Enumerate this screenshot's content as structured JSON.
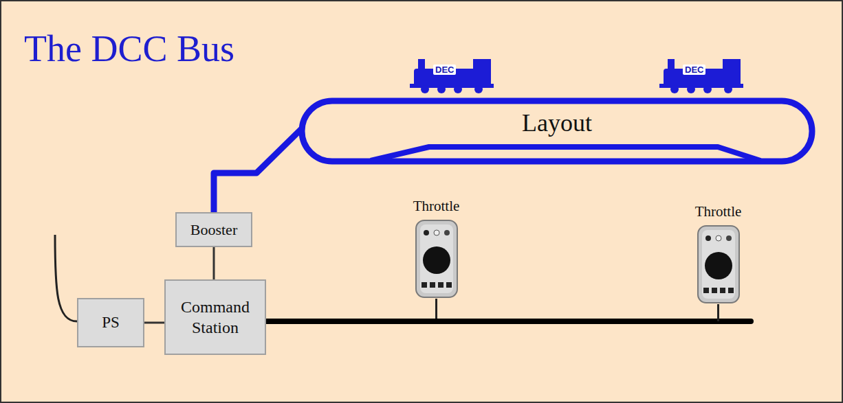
{
  "diagram": {
    "title": "The DCC Bus",
    "nodes": [
      {
        "text": [
          "Layout"
        ]
      },
      {
        "text": [
          "Booster"
        ]
      },
      {
        "text": [
          "Throttle"
        ]
      },
      {
        "text": [
          "Throttle"
        ]
      },
      {
        "text": [
          "PS"
        ]
      },
      {
        "text": [
          "Command Station"
        ]
      }
    ],
    "edges": [
      {
        "from": 4,
        "to": 5,
        "arrow": "none"
      },
      {
        "from": 5,
        "to": 1,
        "arrow": "none"
      },
      {
        "from": 1,
        "to": 0,
        "arrow": "none"
      },
      {
        "from": 5,
        "to": 2,
        "arrow": "none"
      },
      {
        "from": 5,
        "to": 3,
        "arrow": "none"
      }
    ],
    "labels": [
      "DEC",
      "DEC"
    ]
  }
}
